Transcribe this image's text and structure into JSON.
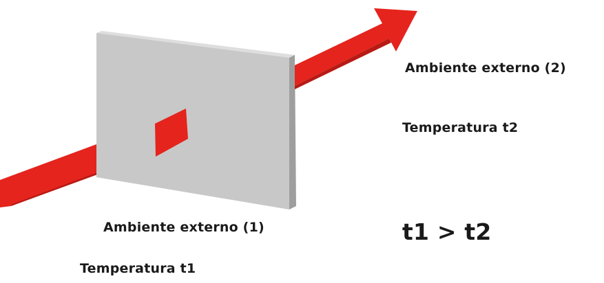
{
  "labels": {
    "environment_2": "Ambiente externo (2)",
    "temperature_2": "Temperatura t2",
    "environment_1": "Ambiente externo (1)",
    "temperature_1": "Temperatura t1",
    "relation": "t1 > t2"
  },
  "colors": {
    "arrow": "#e4241d",
    "arrow_shadow": "#b81a14",
    "wall_face": "#c8c8c8",
    "wall_side": "#9e9e9e",
    "wall_top": "#dedede",
    "text": "#1a1a1a"
  }
}
